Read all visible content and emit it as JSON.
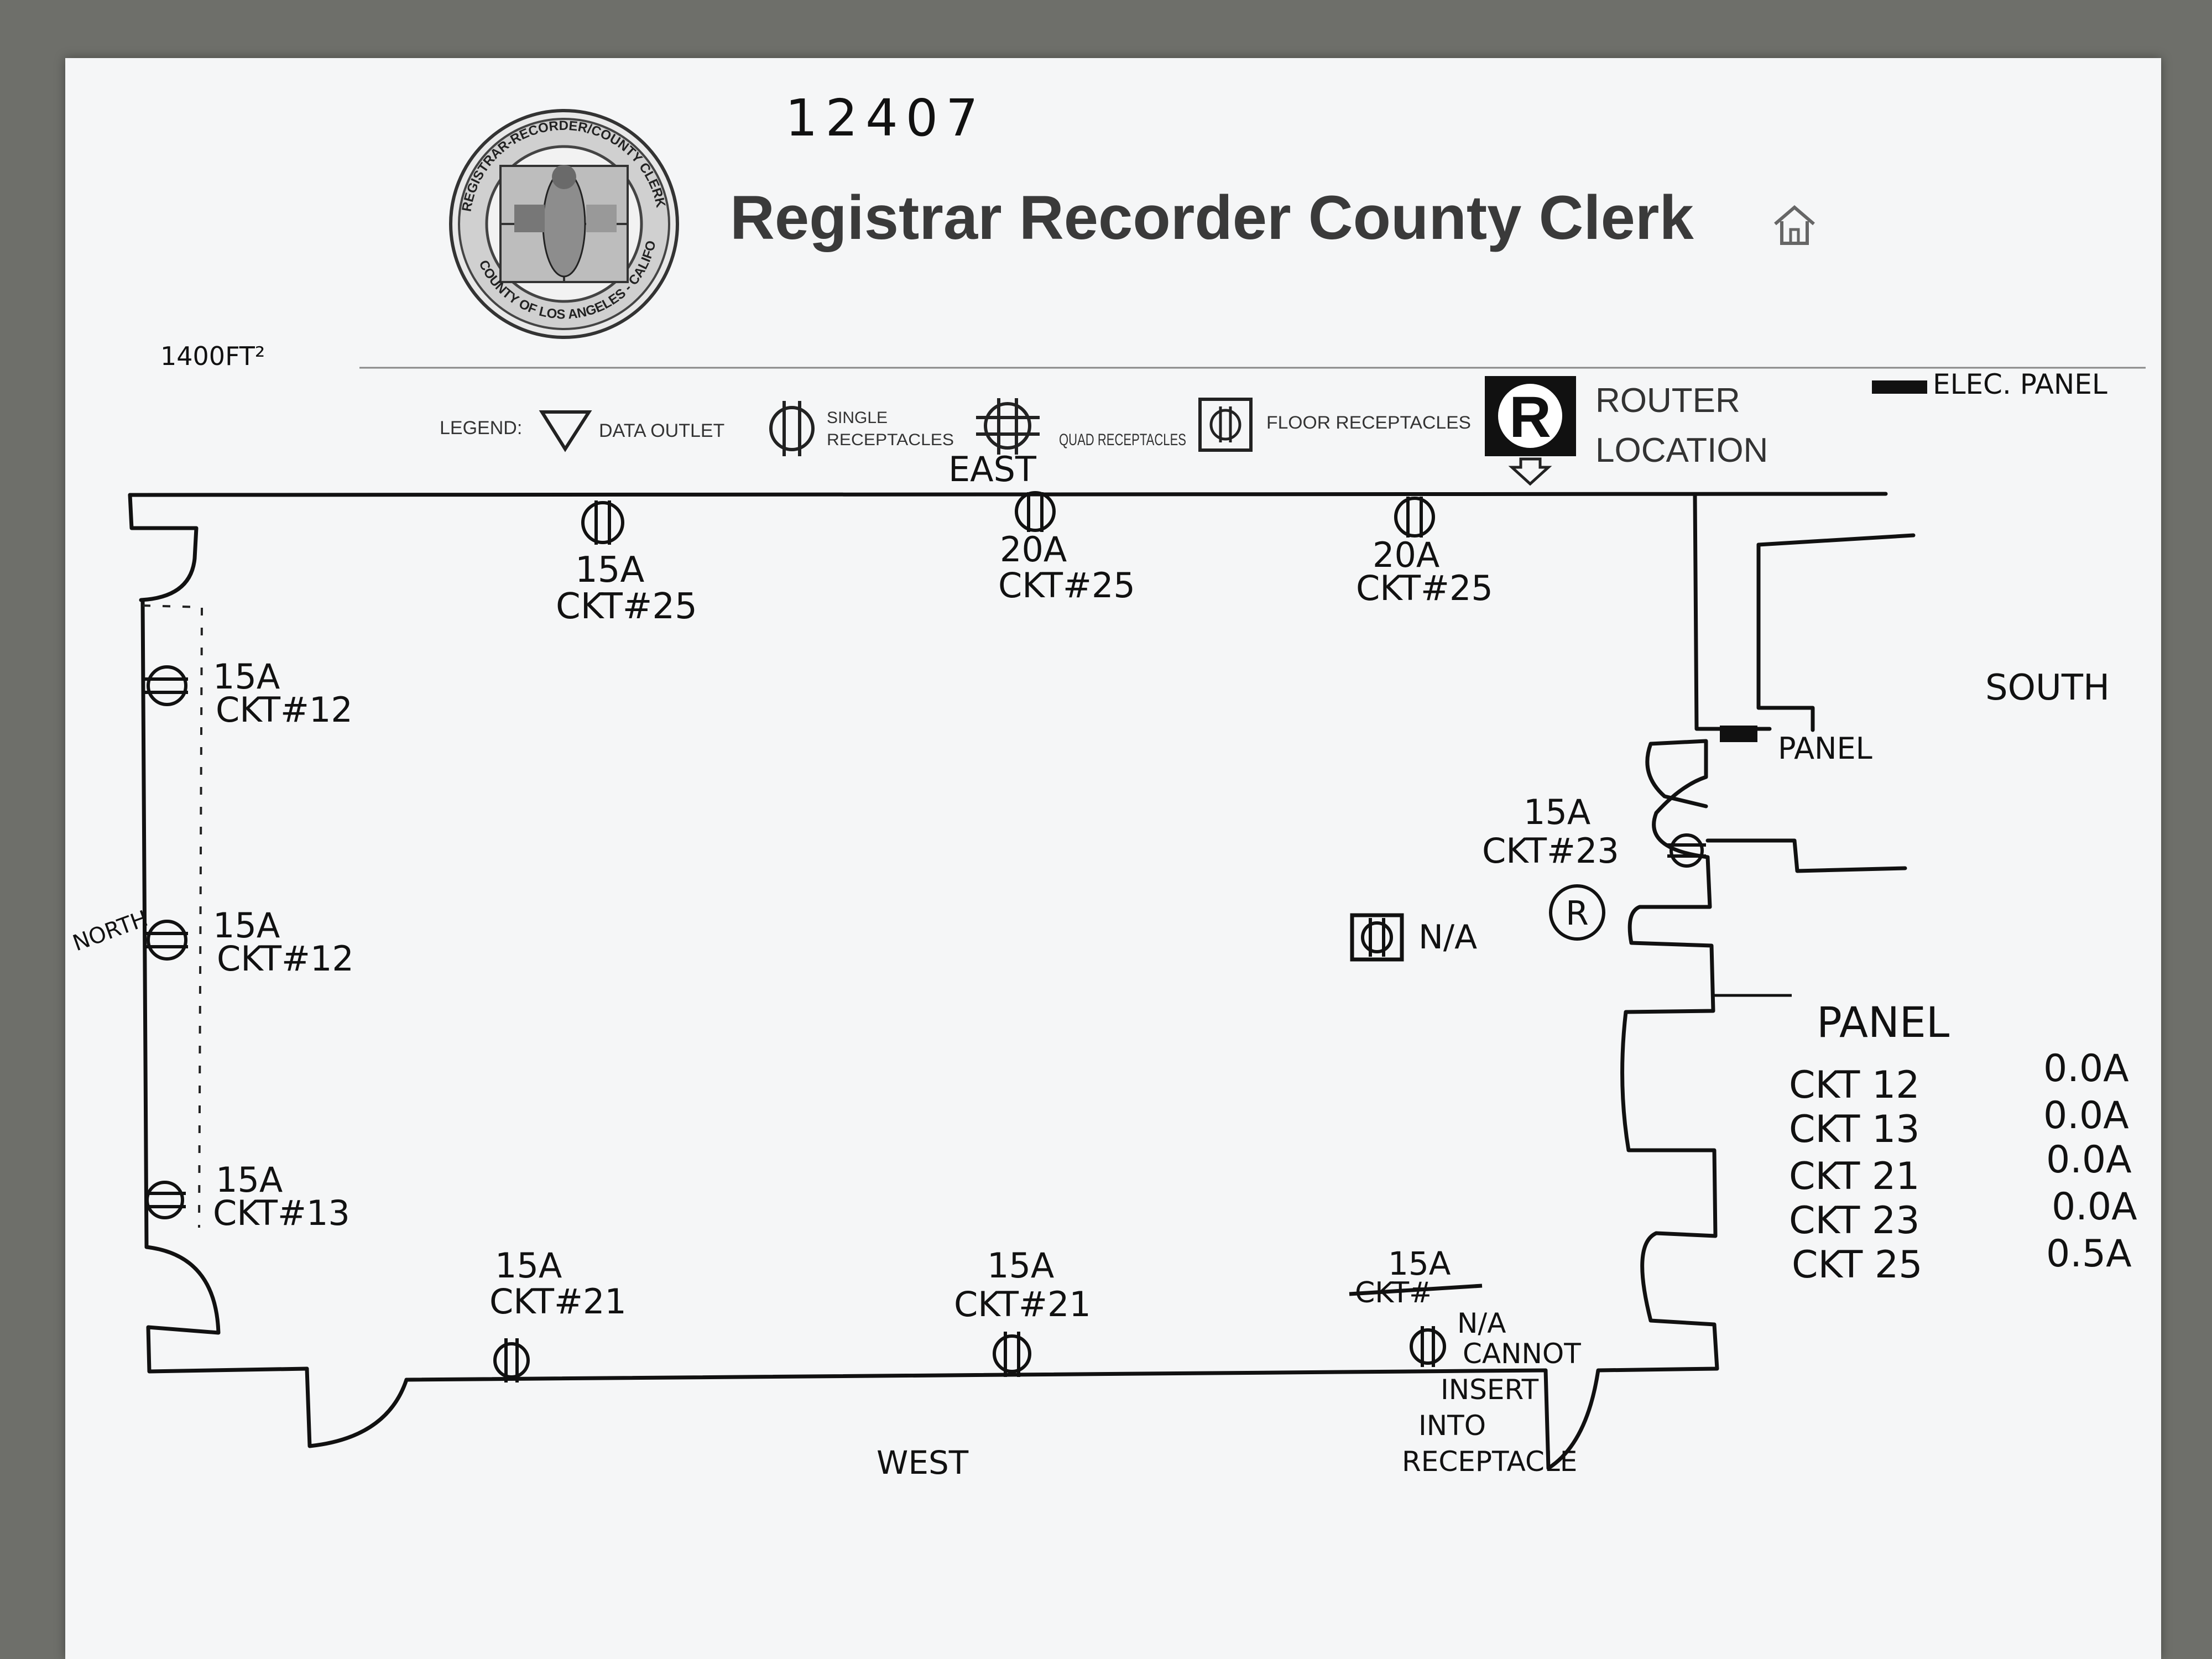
{
  "header": {
    "job_number": "12407",
    "title": "Registrar Recorder County Clerk",
    "area_note": "1400FT²",
    "seal_text_top": "REGISTRAR-RECORDER/COUNTY CLERK",
    "seal_text_bottom": "COUNTY OF LOS ANGELES - CALIFORNIA",
    "home_icon": "home-icon"
  },
  "legend": {
    "label": "LEGEND:",
    "items": [
      {
        "icon": "triangle-data-outlet-icon",
        "text": "DATA OUTLET"
      },
      {
        "icon": "single-receptacle-icon",
        "text": "SINGLE RECEPTACLES"
      },
      {
        "icon": "quad-receptacle-icon",
        "text": "QUAD RECEPTACLES"
      },
      {
        "icon": "floor-receptacle-icon",
        "text": "FLOOR RECEPTACLES"
      },
      {
        "icon": "router-icon",
        "line1": "ROUTER",
        "line2": "LOCATION"
      }
    ],
    "elec_panel": "ELEC. PANEL"
  },
  "directions": {
    "east": "EAST",
    "west": "WEST",
    "north": "NORTH",
    "south": "SOUTH"
  },
  "receptacles": {
    "east": [
      {
        "amps": "15A",
        "circuit": "CKT#25"
      },
      {
        "amps": "20A",
        "circuit": "CKT#25"
      },
      {
        "amps": "20A",
        "circuit": "CKT#25"
      }
    ],
    "north": [
      {
        "amps": "15A",
        "circuit": "CKT#12"
      },
      {
        "amps": "15A",
        "circuit": "CKT#12"
      },
      {
        "amps": "15A",
        "circuit": "CKT#13"
      }
    ],
    "west": [
      {
        "amps": "15A",
        "circuit": "CKT#21"
      },
      {
        "amps": "15A",
        "circuit": "CKT#21"
      },
      {
        "amps": "15A",
        "circuit": "CKT#",
        "note": [
          "N/A",
          "CANNOT",
          "INSERT",
          "INTO",
          "RECEPTACLE"
        ]
      }
    ],
    "south": {
      "amps": "15A",
      "circuit": "CKT#23"
    },
    "floor": {
      "note": "N/A"
    },
    "panel_label": "PANEL",
    "router_mark": "R"
  },
  "panel_table": {
    "title": "PANEL",
    "rows": [
      {
        "circuit": "CKT 12",
        "load": "0.0A"
      },
      {
        "circuit": "CKT 13",
        "load": "0.0A"
      },
      {
        "circuit": "CKT 21",
        "load": "0.0A"
      },
      {
        "circuit": "CKT 23",
        "load": "0.0A"
      },
      {
        "circuit": "CKT 25",
        "load": "0.5A"
      }
    ]
  }
}
